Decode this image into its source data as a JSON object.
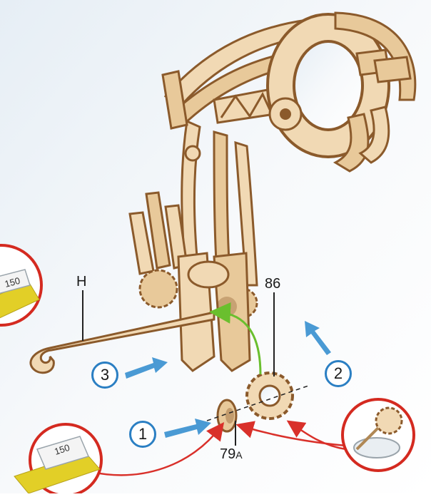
{
  "labels": {
    "part_h": "H",
    "part_86": "86",
    "part_79": "79",
    "part_79_suffix": "A",
    "sandpaper_grit_left": "150",
    "sandpaper_grit_bottom": "150"
  },
  "steps": [
    "1",
    "2",
    "3"
  ],
  "colors": {
    "wood_light": "#f1d9b4",
    "wood_dark": "#8b5a2b",
    "step_blue": "#2b7fc3",
    "arrow_blue": "#4a9ad4",
    "arrow_red": "#d9302a",
    "arrow_green": "#6abf2e",
    "sand_yellow": "#e2cf27",
    "callout_red": "#d42a20"
  },
  "icons": [
    "sandpaper-icon",
    "wax-gear-icon",
    "pencil-icon"
  ]
}
